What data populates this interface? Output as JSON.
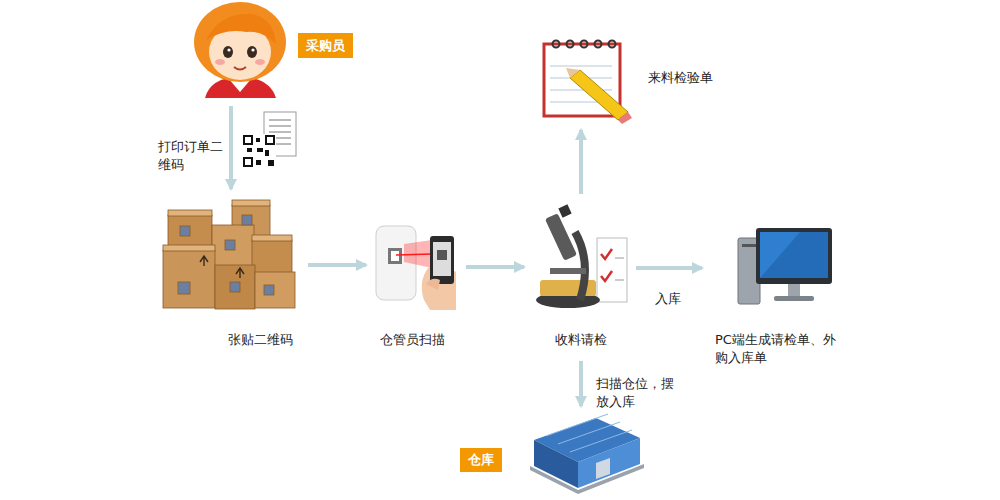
{
  "diagram": {
    "nodes": [
      {
        "text": [
          "采购员"
        ]
      },
      {
        "text": [
          "张贴二维码"
        ]
      },
      {
        "text": [
          "仓管员扫描"
        ]
      },
      {
        "text": [
          "收料请检"
        ]
      },
      {
        "text": [
          "来料检验单"
        ]
      },
      {
        "text": [
          "PC端生成请检单、外购入库单"
        ]
      },
      {
        "text": [
          "仓库"
        ]
      }
    ],
    "edges": [
      {
        "from": 0,
        "to": 1,
        "label": "打印订单二维码",
        "arrow": "to"
      },
      {
        "from": 1,
        "to": 2,
        "arrow": "to"
      },
      {
        "from": 2,
        "to": 3,
        "arrow": "to"
      },
      {
        "from": 3,
        "to": 4,
        "arrow": "to"
      },
      {
        "from": 3,
        "to": 5,
        "label": "入库",
        "arrow": "to"
      },
      {
        "from": 3,
        "to": 6,
        "label": "扫描仓位，摆放入库",
        "arrow": "to"
      }
    ]
  }
}
